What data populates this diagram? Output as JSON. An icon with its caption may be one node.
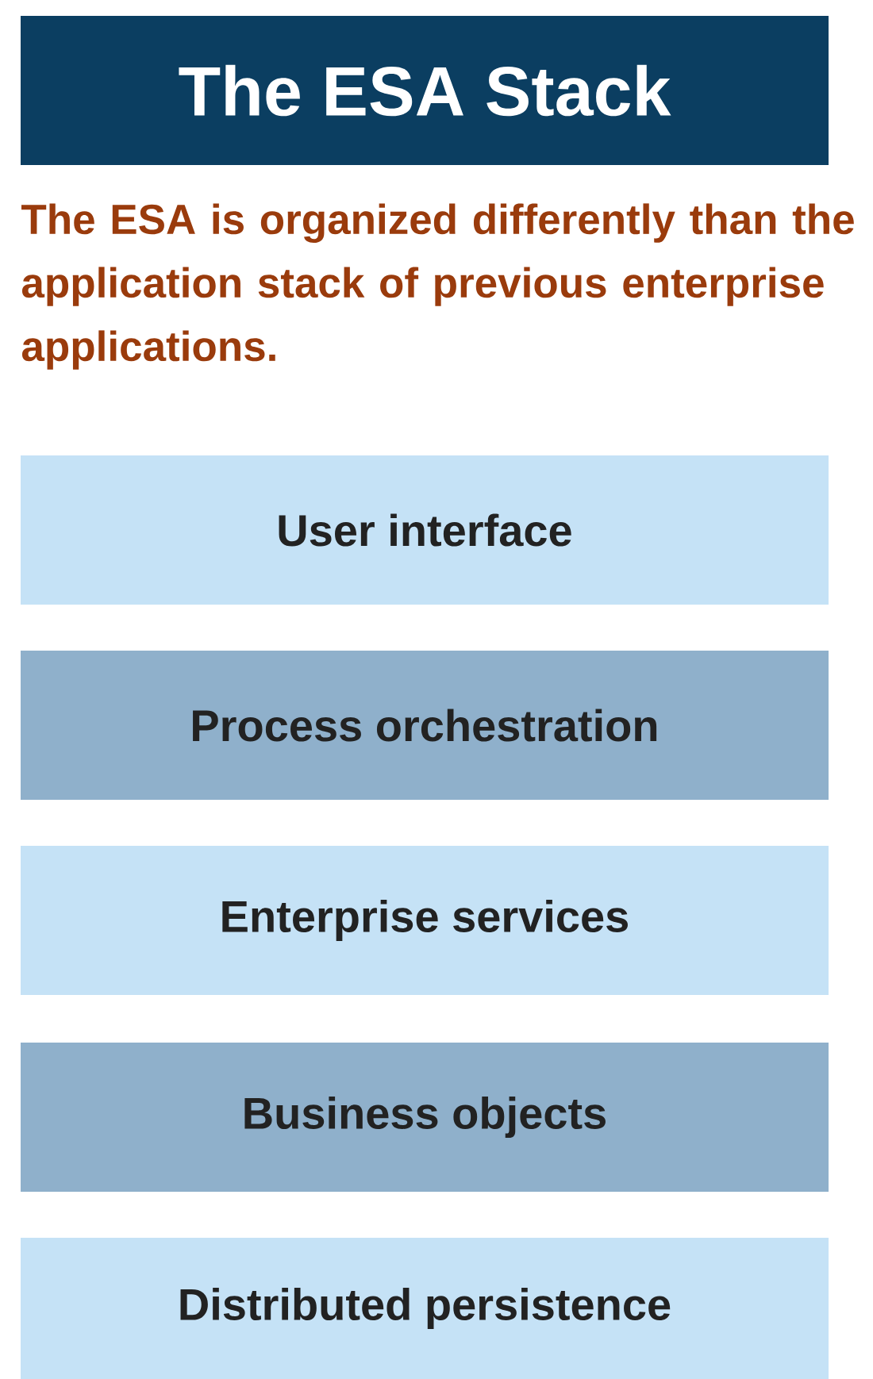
{
  "diagram": {
    "title": "The ESA Stack",
    "nodes": [
      {
        "text": [
          "User interface"
        ]
      },
      {
        "text": [
          "Process orchestration"
        ]
      },
      {
        "text": [
          "Enterprise services"
        ]
      },
      {
        "text": [
          "Business objects"
        ]
      },
      {
        "text": [
          "Distributed persistence"
        ]
      }
    ],
    "labels": [
      "The ESA is organized differently than the application stack of previous enterprise applications."
    ]
  }
}
